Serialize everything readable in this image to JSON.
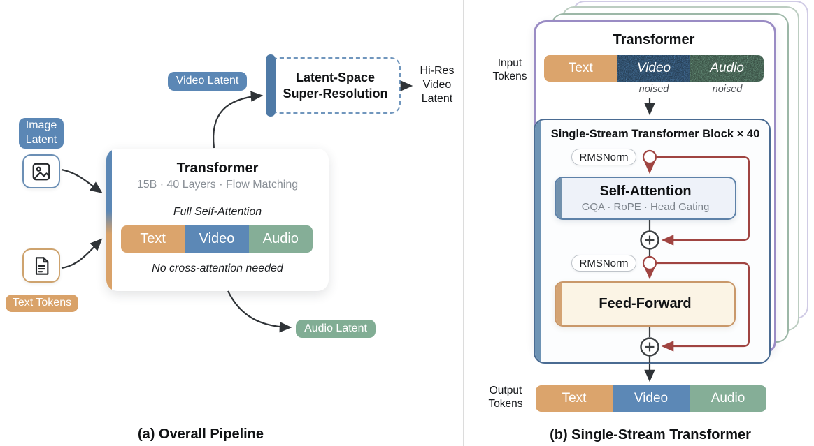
{
  "palette": {
    "blue": "#5b87b5",
    "orange": "#d9a269",
    "green": "#81ad94",
    "maroon_residual": "#a04441",
    "dark_arrow": "#2f3337",
    "purple_card_border": "#9a8cc4",
    "sage_card_border": "#9cb7a7",
    "block_border": "#4a6b92",
    "sr_bracket_blue": "#4f7aa6"
  },
  "panel_a": {
    "caption": "(a) Overall Pipeline",
    "image_latent_label": "Image Latent",
    "text_tokens_label": "Text Tokens",
    "video_latent_label": "Video Latent",
    "audio_latent_label": "Audio Latent",
    "sr_box_title": "Latent-Space Super-Resolution",
    "hires_label": "Hi-Res Video Latent",
    "transformer_card": {
      "title": "Transformer",
      "subtitle": "15B · 40 Layers · Flow Matching",
      "note_top": "Full Self-Attention",
      "note_bottom": "No cross-attention needed",
      "modalities": [
        "Text",
        "Video",
        "Audio"
      ]
    }
  },
  "panel_b": {
    "caption": "(b) Single-Stream Transformer",
    "card_title": "Transformer",
    "input_label": "Input Tokens",
    "output_label": "Output Tokens",
    "noised_label": "noised",
    "modalities": [
      "Text",
      "Video",
      "Audio"
    ],
    "block": {
      "title": "Single-Stream Transformer Block × 40",
      "rmsnorm_label": "RMSNorm",
      "self_attention": {
        "title": "Self-Attention",
        "subtitle": "GQA · RoPE · Head Gating"
      },
      "feed_forward": {
        "title": "Feed-Forward"
      }
    }
  }
}
